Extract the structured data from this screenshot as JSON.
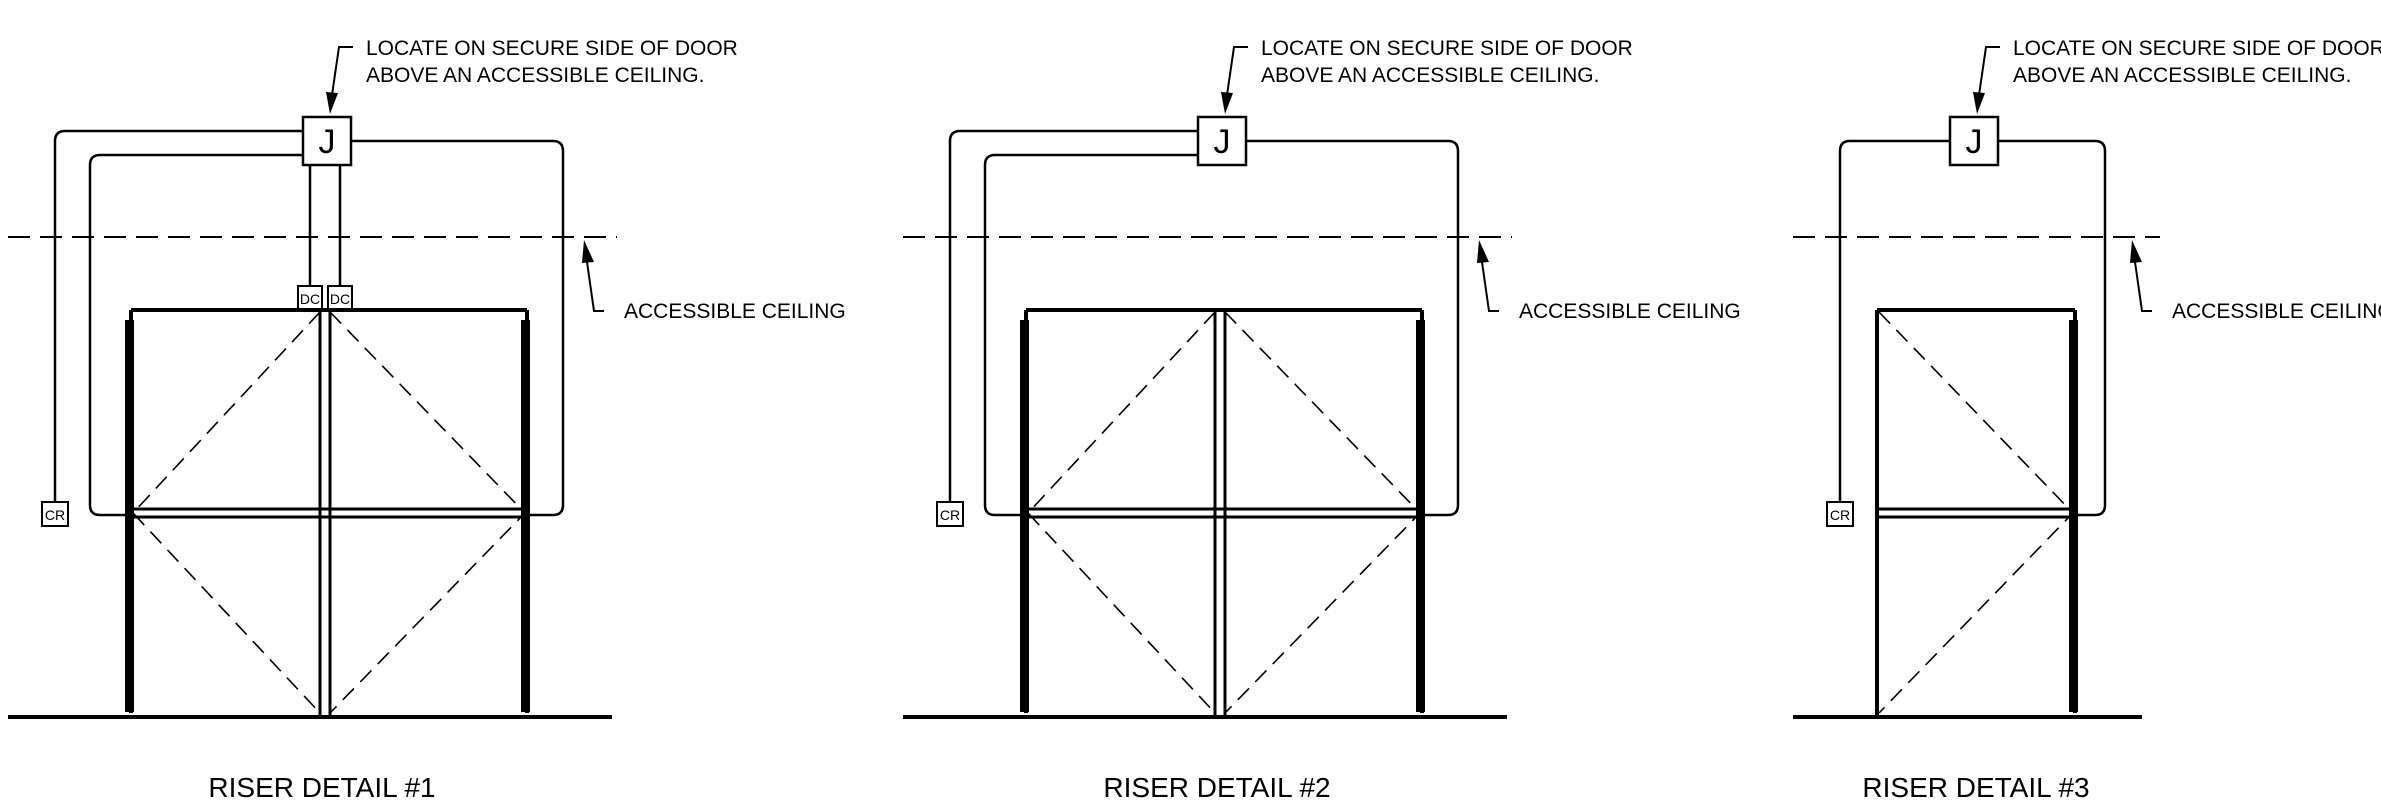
{
  "details": [
    {
      "title": "RISER DETAIL #1",
      "note_line1": "LOCATE ON SECURE SIDE OF DOOR",
      "note_line2": "ABOVE AN ACCESSIBLE CEILING.",
      "ceiling_label": "ACCESSIBLE CEILING",
      "junction_box_label": "J",
      "card_reader_label": "CR",
      "door_contact_left_label": "DC",
      "door_contact_right_label": "DC"
    },
    {
      "title": "RISER DETAIL #2",
      "note_line1": "LOCATE ON SECURE SIDE OF DOOR",
      "note_line2": "ABOVE AN ACCESSIBLE CEILING.",
      "ceiling_label": "ACCESSIBLE CEILING",
      "junction_box_label": "J",
      "card_reader_label": "CR"
    },
    {
      "title": "RISER DETAIL #3",
      "note_line1": "LOCATE ON SECURE SIDE OF DOOR",
      "note_line2": "ABOVE AN ACCESSIBLE CEILING.",
      "ceiling_label": "ACCESSIBLE CEILING",
      "junction_box_label": "J",
      "card_reader_label": "CR"
    }
  ]
}
